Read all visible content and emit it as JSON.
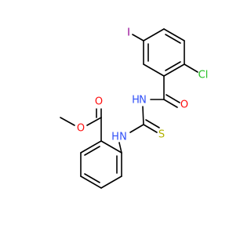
{
  "molecule": {
    "atom_labels": {
      "iodine": "I",
      "chlorine": "Cl",
      "carbonyl_oxygen_amide": "O",
      "amide_nh": "N",
      "amide_nh_hydrogen": "H",
      "thioamide_nh": "N",
      "thioamide_nh_hydrogen": "H",
      "thione_sulfur": "S",
      "ester_carbonyl_oxygen": "O",
      "ester_ether_oxygen": "O"
    },
    "element_colors": {
      "iodine": "#940094",
      "chlorine": "#1fbf1f",
      "oxygen": "#ff0d0d",
      "nitrogen": "#3050f8",
      "sulfur": "#b2b200",
      "carbon": "#000000"
    }
  }
}
